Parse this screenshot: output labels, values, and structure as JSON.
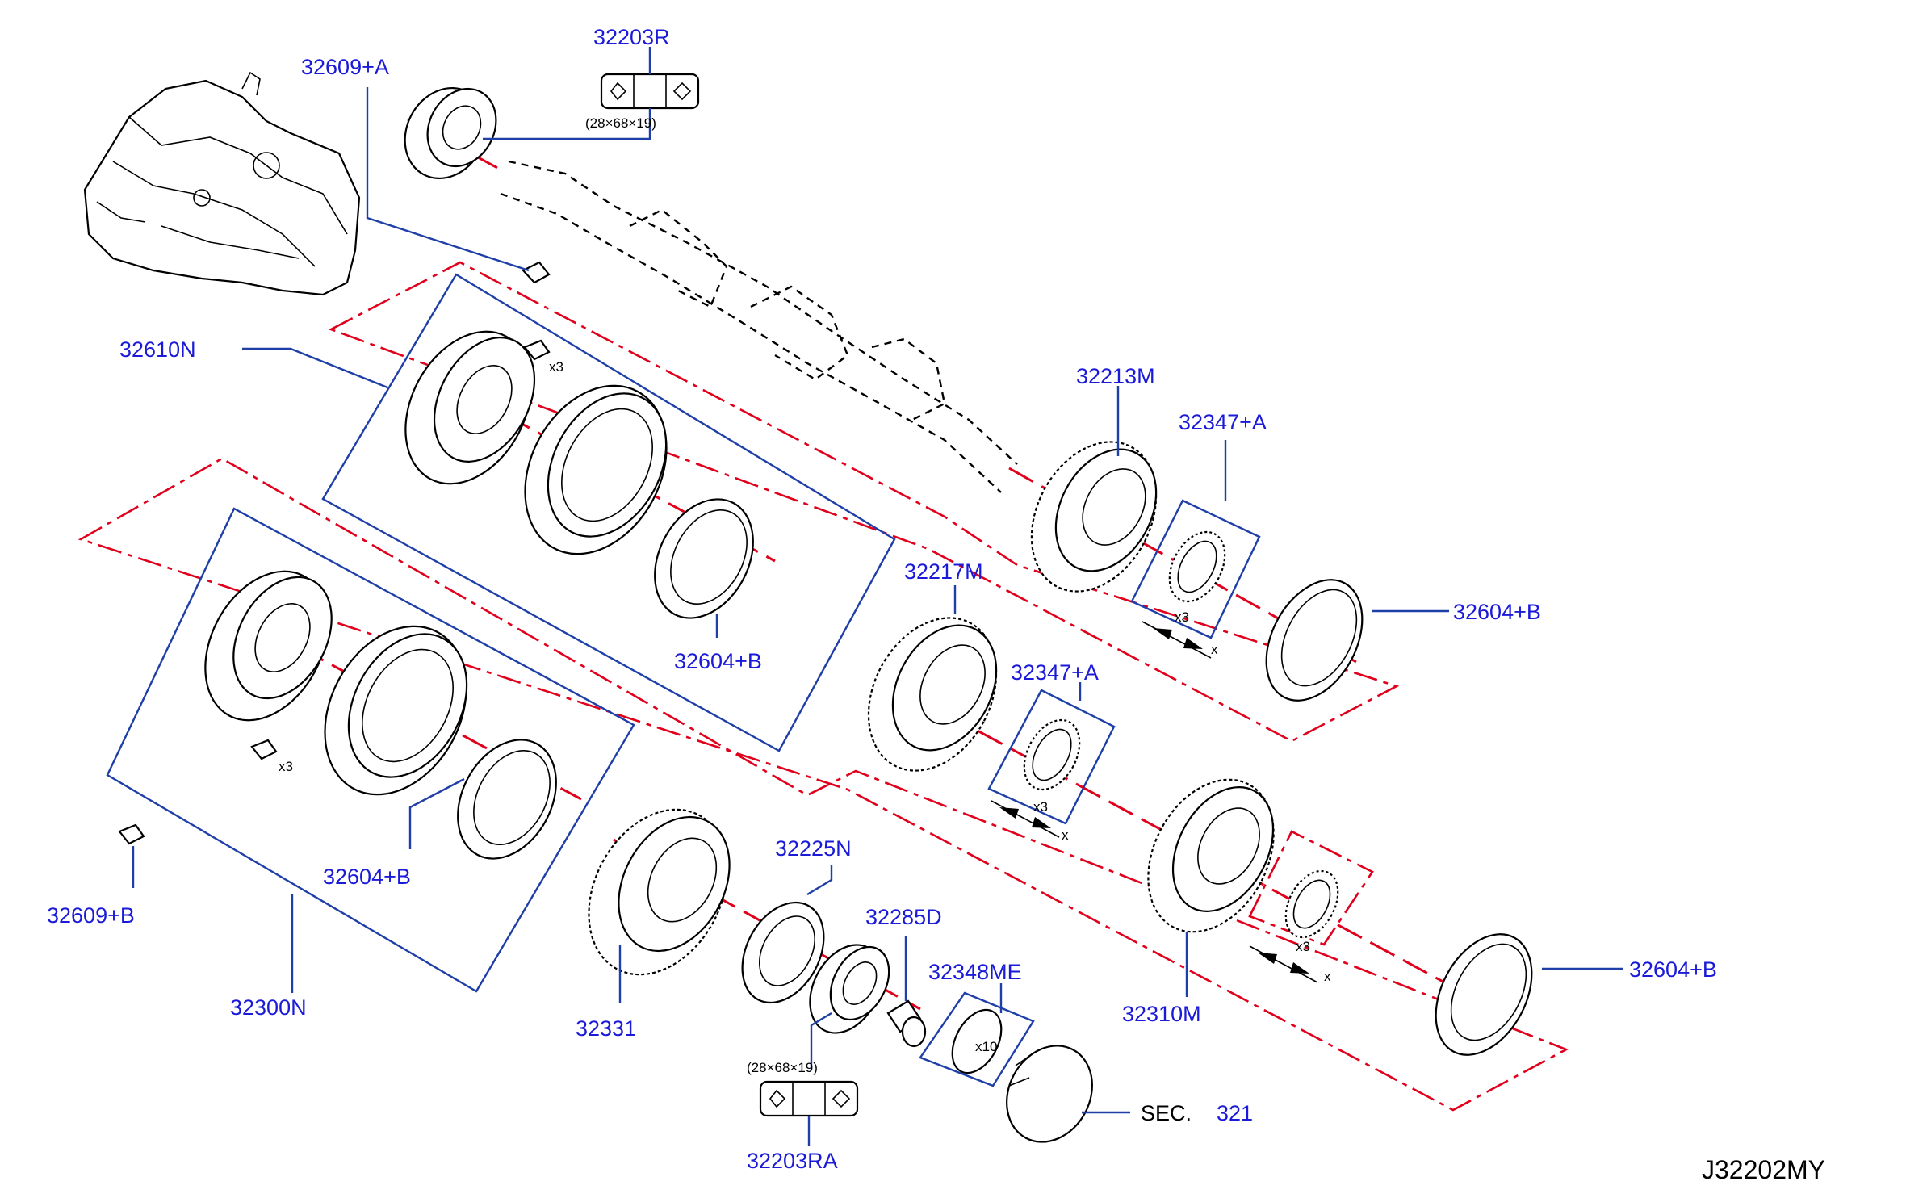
{
  "diagram_code": "J32202MY",
  "section_ref": {
    "prefix": "SEC.",
    "number": "321"
  },
  "bearing_size": "(28×68×19)",
  "qty_x3": "x3",
  "qty_x": "x",
  "qty_x10": "x10",
  "parts": {
    "p32203R": "32203R",
    "p32609A": "32609+A",
    "p32610N": "32610N",
    "p32213M": "32213M",
    "p32347A_top": "32347+A",
    "p32604B_right": "32604+B",
    "p32217M": "32217M",
    "p32347A_mid": "32347+A",
    "p32604B_inner": "32604+B",
    "p32604B_left": "32604+B",
    "p32609B": "32609+B",
    "p32300N": "32300N",
    "p32331": "32331",
    "p32225N": "32225N",
    "p32285D": "32285D",
    "p32348ME": "32348ME",
    "p32310M": "32310M",
    "p32604B_bottom": "32604+B",
    "p32203RA": "32203RA"
  }
}
